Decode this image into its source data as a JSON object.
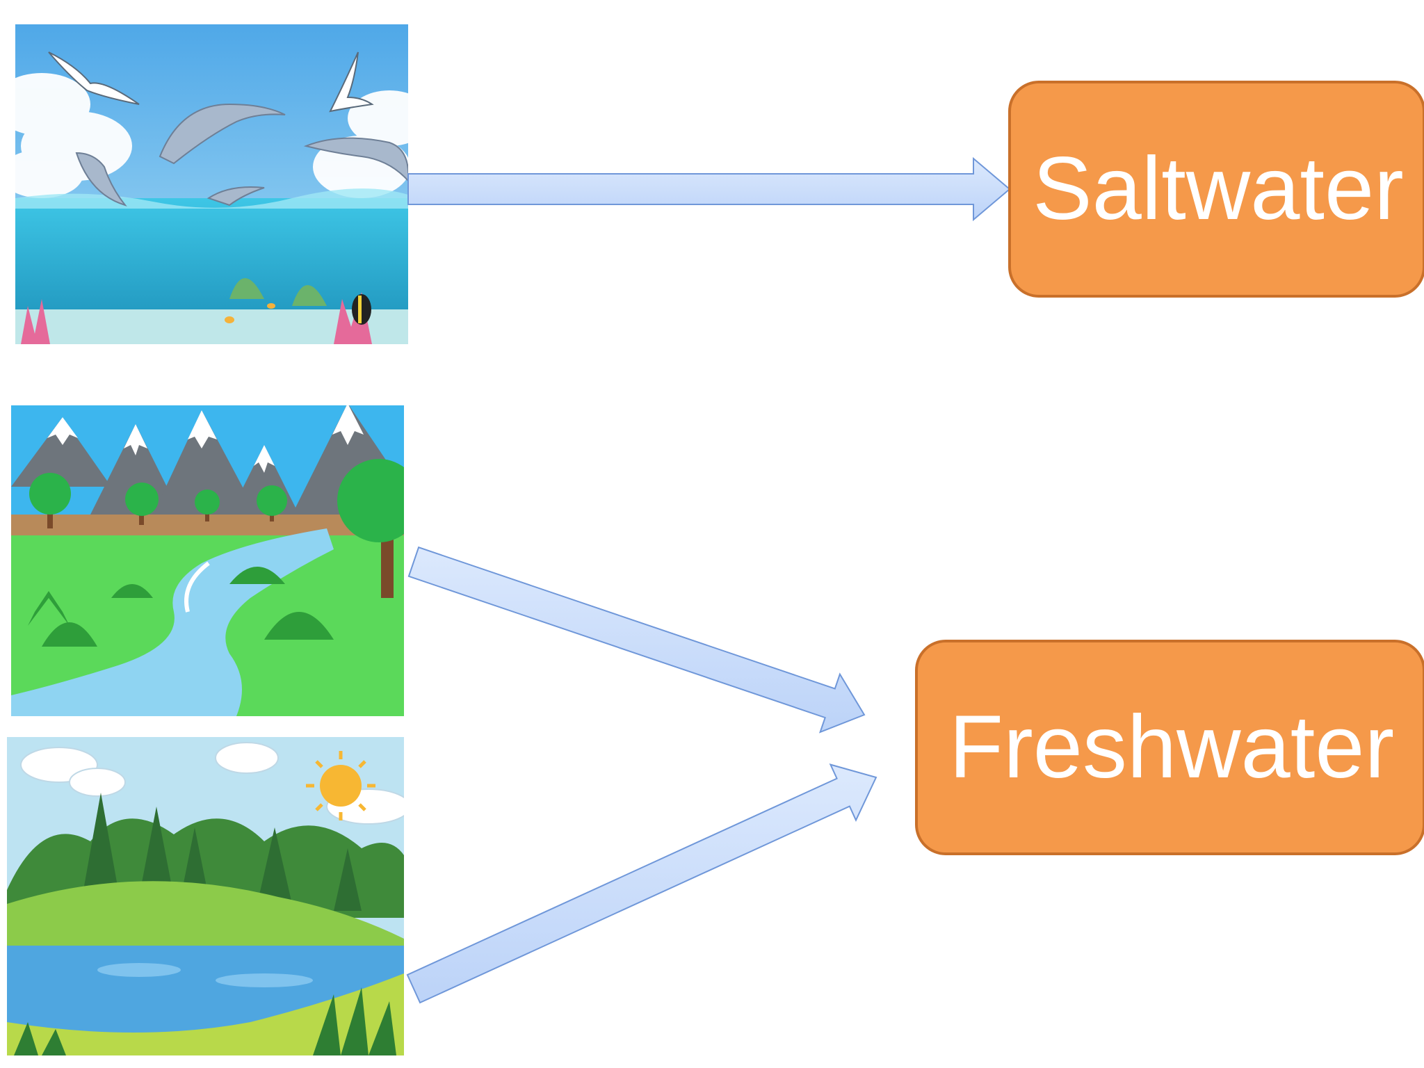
{
  "diagram": {
    "colors": {
      "box_fill": "#F5994A",
      "box_stroke": "#C9702A",
      "box_text": "#FFFFFF",
      "arrow_fill": "#CFE0FB",
      "arrow_stroke": "#6F97D9"
    },
    "pictures": [
      {
        "subject": "ocean scene with dolphins, seagulls, coral reef"
      },
      {
        "subject": "mountains with river and trees"
      },
      {
        "subject": "lake with forest and sun"
      }
    ],
    "boxes": [
      {
        "label": "Saltwater"
      },
      {
        "label": "Freshwater"
      }
    ],
    "arrows": [
      {
        "from": "ocean-picture",
        "to": "Saltwater"
      },
      {
        "from": "river-picture",
        "to": "Freshwater"
      },
      {
        "from": "lake-picture",
        "to": "Freshwater"
      }
    ]
  }
}
